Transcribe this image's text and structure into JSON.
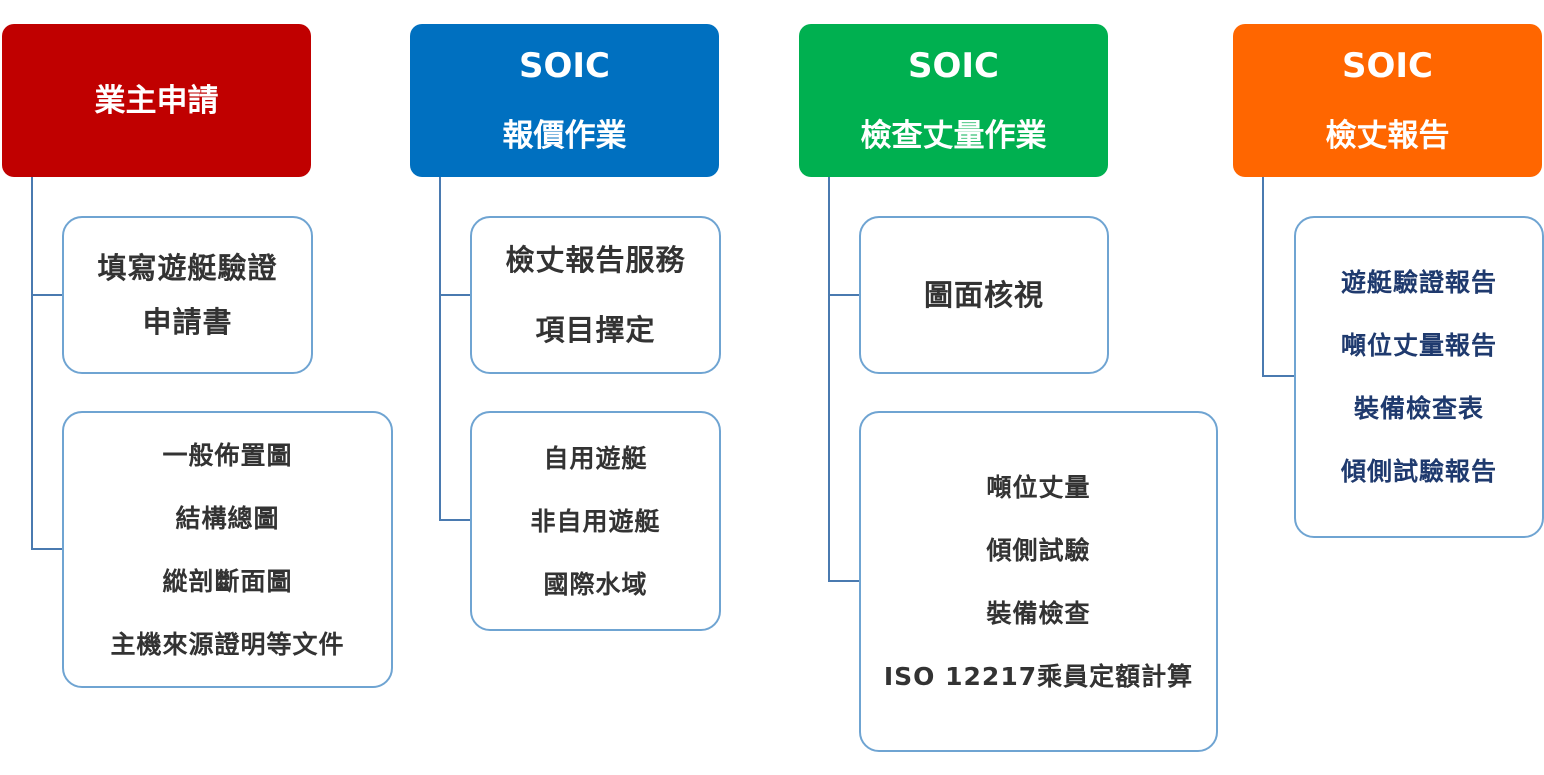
{
  "columns": [
    {
      "header": {
        "line1": "",
        "line2": "業主申請",
        "color": "#c00000"
      },
      "boxes": [
        {
          "items": [
            "填寫遊艇驗證",
            "申請書"
          ]
        },
        {
          "items": [
            "一般佈置圖",
            "結構總圖",
            "縱剖斷面圖",
            "主機來源證明等文件"
          ]
        }
      ]
    },
    {
      "header": {
        "line1": "SOIC",
        "line2": "報價作業",
        "color": "#0070c0"
      },
      "boxes": [
        {
          "items": [
            "檢丈報告服務",
            "項目擇定"
          ]
        },
        {
          "items": [
            "自用遊艇",
            "非自用遊艇",
            "國際水域"
          ]
        }
      ]
    },
    {
      "header": {
        "line1": "SOIC",
        "line2": "檢查丈量作業",
        "color": "#00b050"
      },
      "boxes": [
        {
          "items": [
            "圖面核視"
          ]
        },
        {
          "items": [
            "噸位丈量",
            "傾側試驗",
            "裝備檢查",
            "ISO 12217乘員定額計算"
          ]
        }
      ]
    },
    {
      "header": {
        "line1": "SOIC",
        "line2": "檢丈報告",
        "color": "#ff6600"
      },
      "boxes": [
        {
          "items": [
            "遊艇驗證報告",
            "噸位丈量報告",
            "裝備檢查表",
            "傾側試驗報告"
          ]
        }
      ]
    }
  ]
}
